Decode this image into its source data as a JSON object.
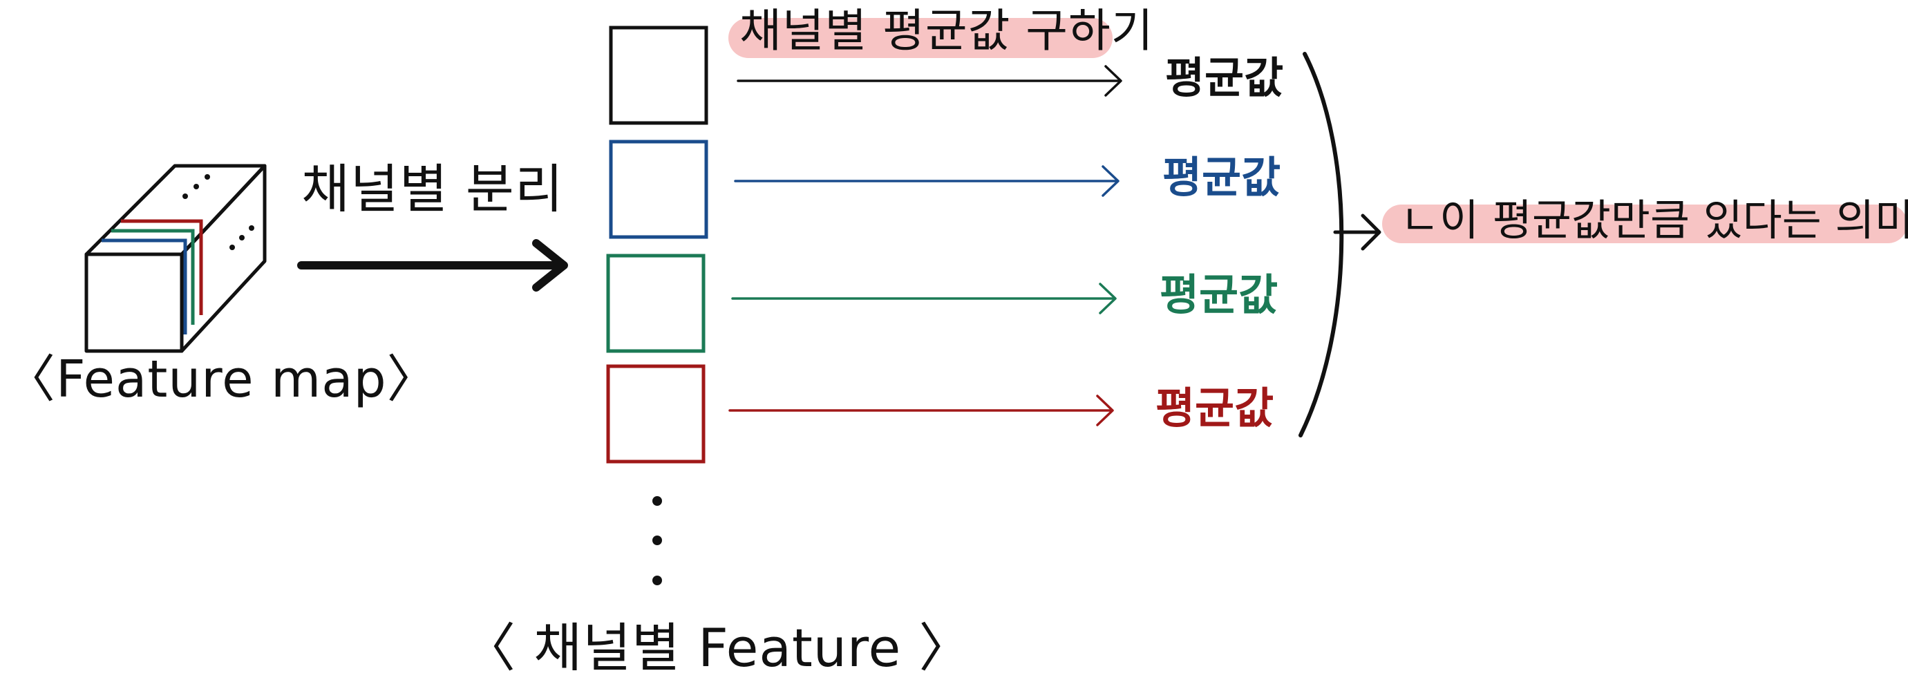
{
  "feature_map_label": "〈Feature map〉",
  "split_label": "채널별 분리",
  "avg_label": "채널별 평균값 구하기",
  "channel_feature_label": "〈 채널별 Feature 〉",
  "meaning_label": "ㄴ이 평균값만큼 있다는 의미",
  "channels": [
    {
      "mean_label": "평균값",
      "color": "#111111"
    },
    {
      "mean_label": "평균값",
      "color": "#1a4c8c"
    },
    {
      "mean_label": "평균값",
      "color": "#1b7a55"
    },
    {
      "mean_label": "평균값",
      "color": "#a01818"
    }
  ],
  "colors": {
    "highlight": "#f7c4c4",
    "ink": "#111111",
    "blue": "#1a4c8c",
    "green": "#1b7a55",
    "red": "#a01818"
  }
}
